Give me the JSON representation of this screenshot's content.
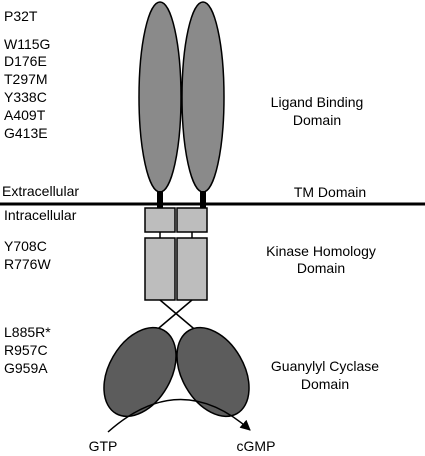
{
  "mutations": {
    "ligand": [
      "P32T",
      "W115G",
      "D176E",
      "T297M",
      "Y338C",
      "A409T",
      "G413E"
    ],
    "kinase": [
      "Y708C",
      "R776W"
    ],
    "cyclase": [
      "L885R*",
      "R957C",
      "G959A"
    ]
  },
  "domains": {
    "ligand": [
      "Ligand Binding",
      "Domain"
    ],
    "tm": "TM Domain",
    "kinase": [
      "Kinase Homology",
      "Domain"
    ],
    "cyclase": [
      "Guanylyl Cyclase",
      "Domain"
    ]
  },
  "membrane": {
    "extracellular": "Extracellular",
    "intracellular": "Intracellular"
  },
  "reaction": {
    "substrate": "GTP",
    "product": "cGMP"
  },
  "colors": {
    "ligand_domain": "#8a8a8a",
    "kinase_domain": "#bdbdbd",
    "cyclase_domain": "#5c5c5c",
    "outline": "#000000"
  }
}
